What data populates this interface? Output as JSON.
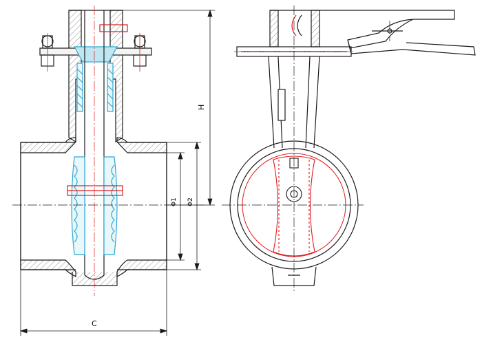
{
  "drawing": {
    "labels": {
      "height": "H",
      "bore_inner": "Φ1",
      "bore_outer": "Φ2",
      "length": "C"
    }
  },
  "colors": {
    "outline": "#1a1a1a",
    "center_line": "#e0191b",
    "disc": "#e0191b",
    "seat": "#2fa8d0",
    "hatch": "#555555"
  }
}
